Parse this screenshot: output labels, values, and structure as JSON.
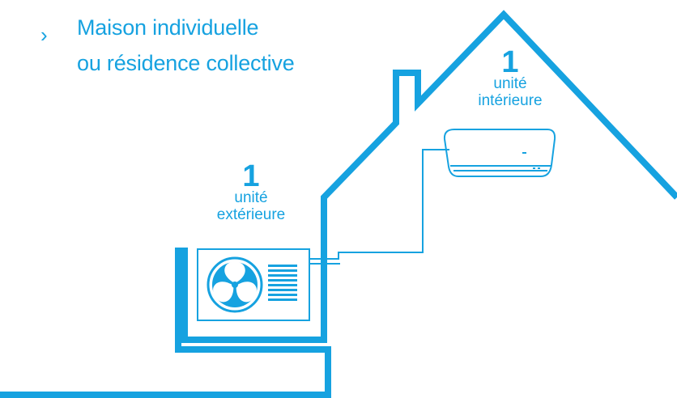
{
  "bullet": {
    "marker": "›",
    "line1": "Maison individuelle",
    "line2": "ou résidence collective"
  },
  "indoor_unit": {
    "count": "1",
    "label_line1": "unité",
    "label_line2": "intérieure"
  },
  "outdoor_unit": {
    "count": "1",
    "label_line1": "unité",
    "label_line2": "extérieure"
  },
  "colors": {
    "accent": "#16a2e0",
    "background": "#ffffff"
  },
  "icons": {
    "house": "house-outline-icon",
    "indoor": "wall-mounted-ac-icon",
    "outdoor": "outdoor-ac-unit-icon",
    "fan": "fan-icon"
  }
}
